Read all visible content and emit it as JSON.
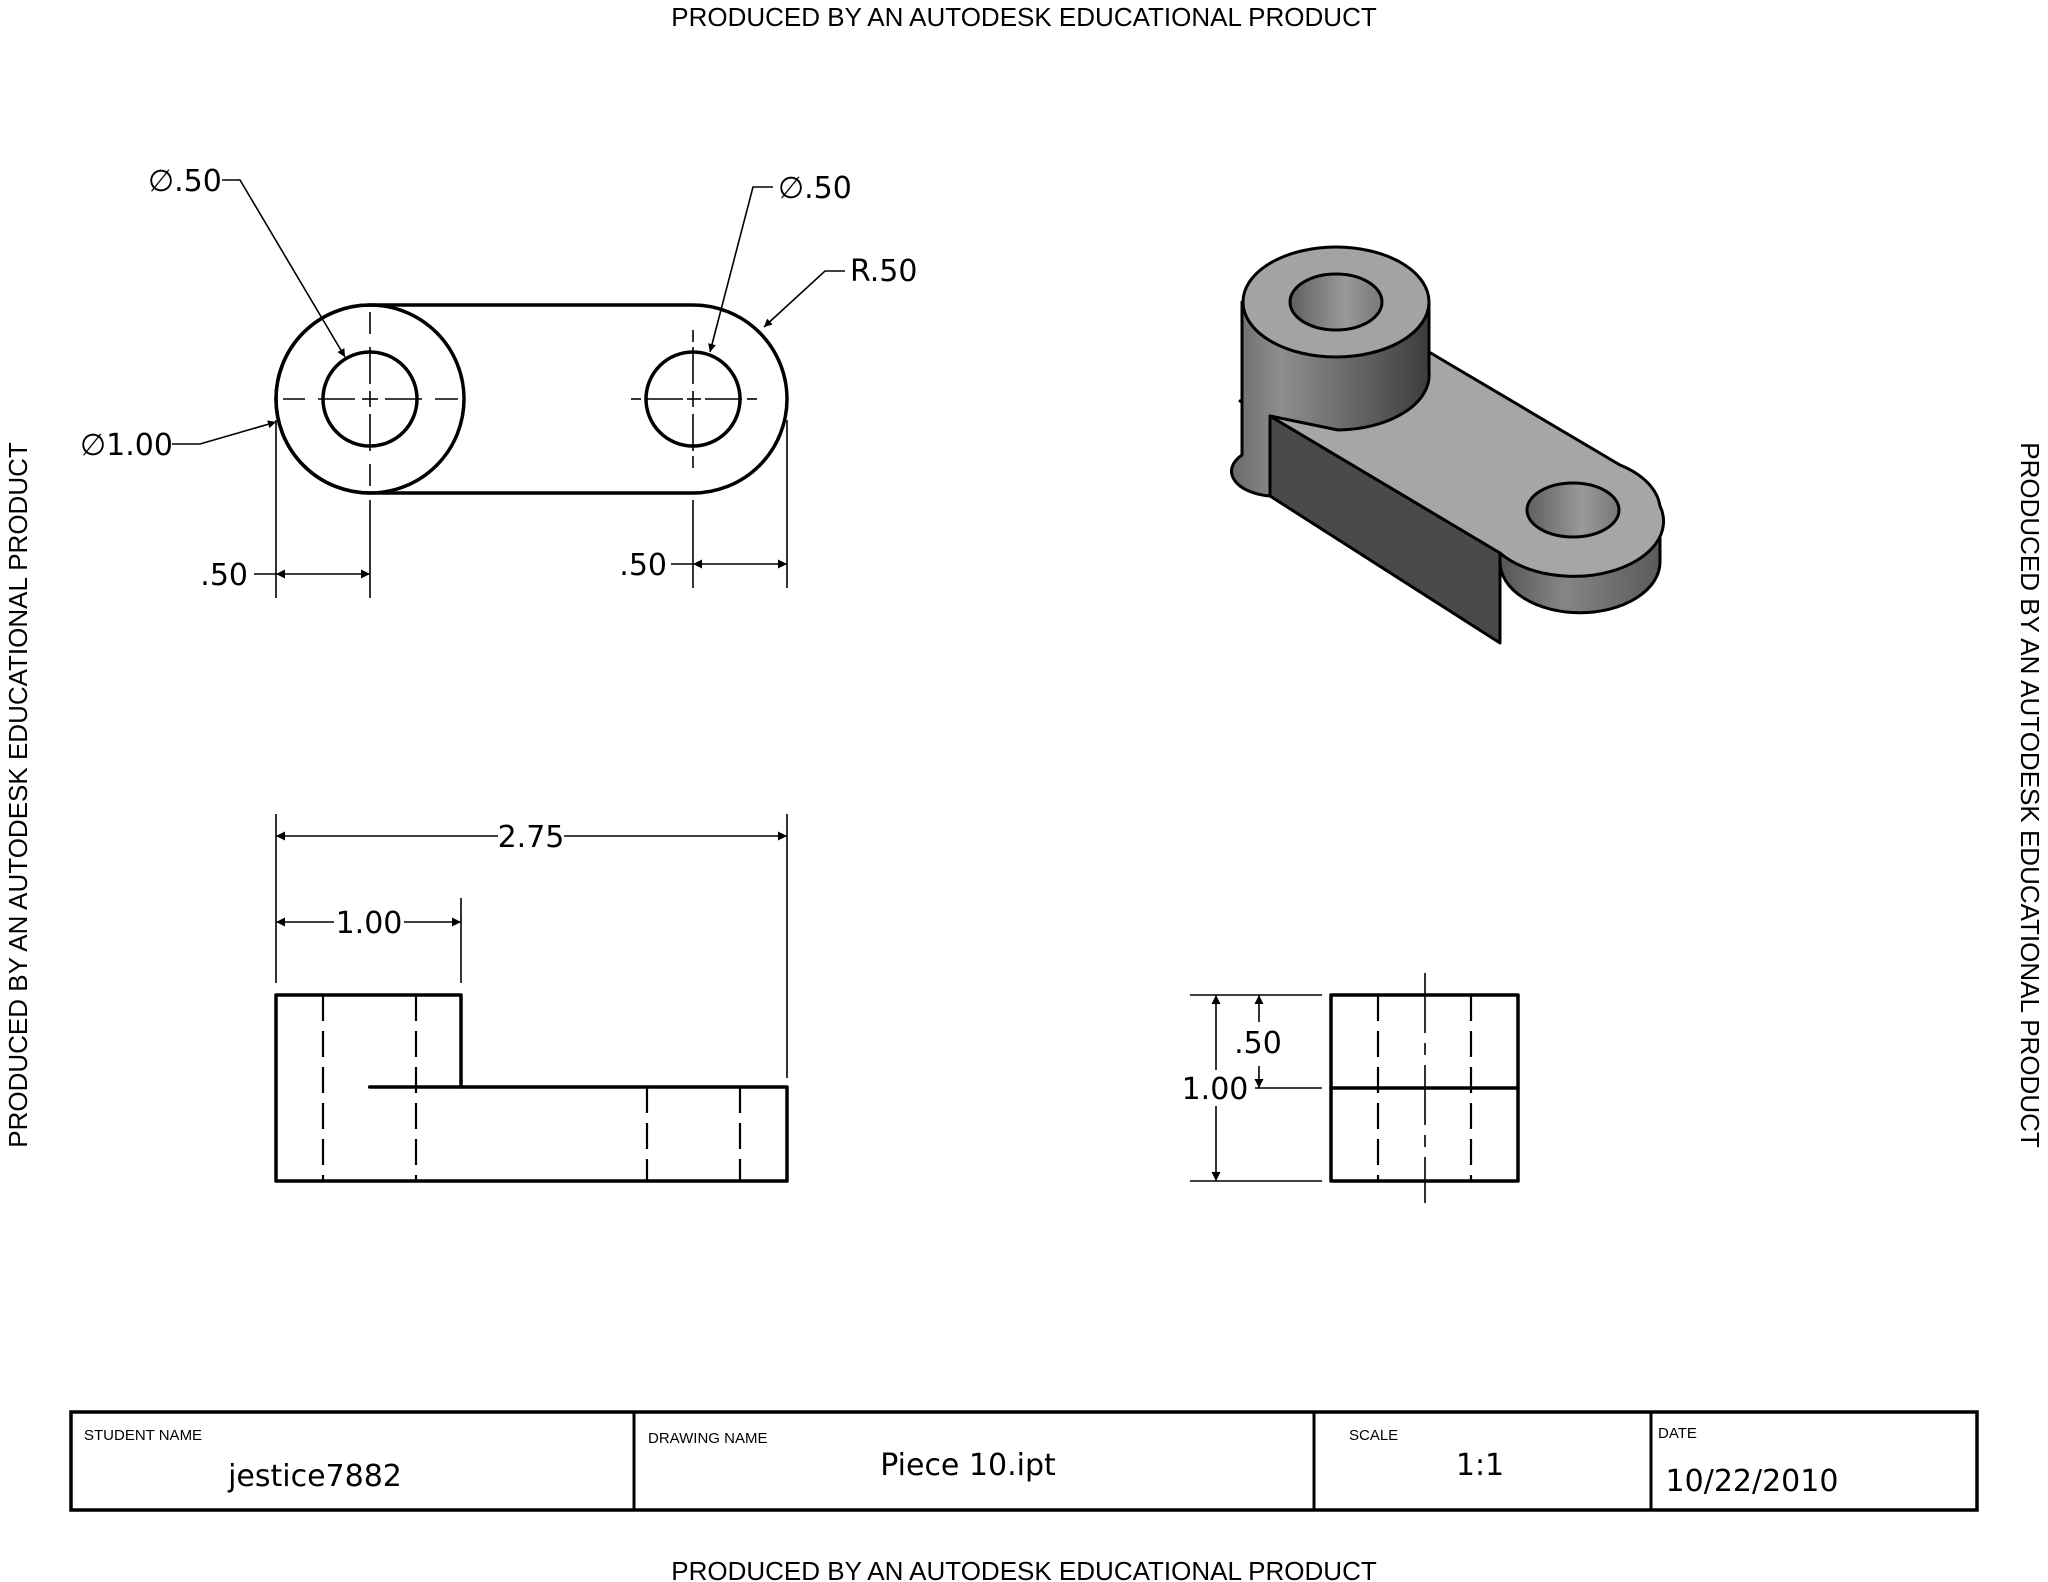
{
  "watermark": {
    "top": "PRODUCED BY AN AUTODESK EDUCATIONAL PRODUCT",
    "bottom": "PRODUCED BY AN AUTODESK EDUCATIONAL PRODUCT",
    "left": "PRODUCED BY AN AUTODESK EDUCATIONAL PRODUCT",
    "right": "PRODUCED BY AN AUTODESK EDUCATIONAL PRODUCT"
  },
  "top_view": {
    "dia_left_hole": "∅.50",
    "dia_right_hole": "∅.50",
    "radius": "R.50",
    "dia_boss": "∅1.00",
    "offset_left": ".50",
    "offset_right": ".50"
  },
  "front_view": {
    "overall_length": "2.75",
    "boss_width": "1.00"
  },
  "side_view": {
    "overall_height": "1.00",
    "tab_thickness": ".50"
  },
  "title_block": {
    "student_name_label": "STUDENT NAME",
    "student_name": "jestice7882",
    "drawing_name_label": "DRAWING NAME",
    "drawing_name": "Piece 10.ipt",
    "scale_label": "SCALE",
    "scale": "1:1",
    "date_label": "DATE",
    "date": "10/22/2010"
  },
  "colors": {
    "line": "#000000",
    "iso_top": "#a3a3a3",
    "iso_dark": "#4a4a4a",
    "iso_hole": "#7a7a7a"
  }
}
